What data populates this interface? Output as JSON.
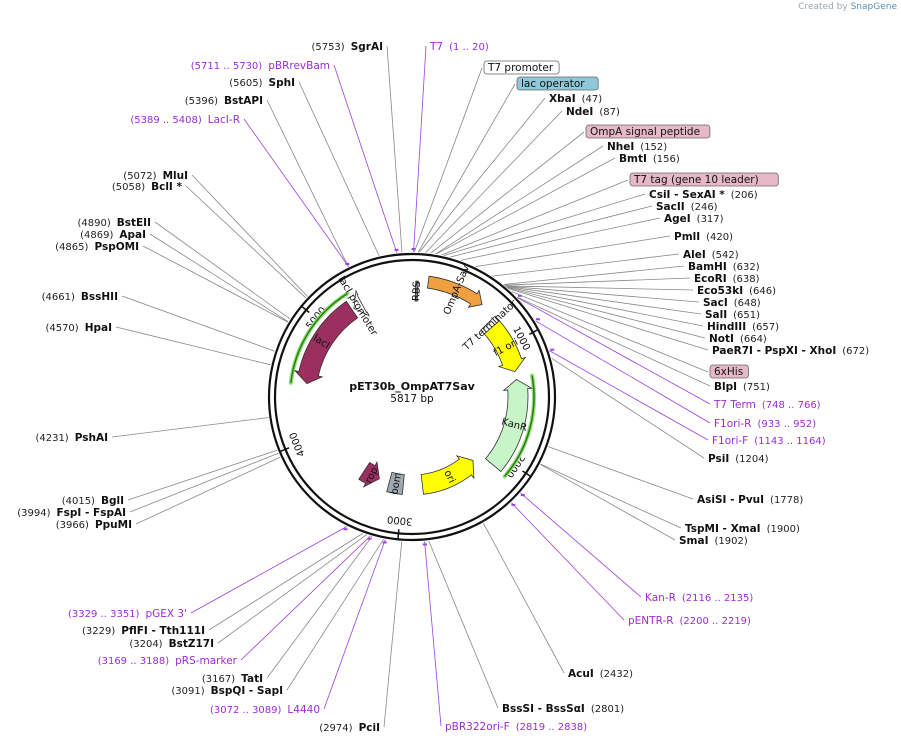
{
  "credit": {
    "prefix": "Created by ",
    "brand": "SnapGene"
  },
  "plasmid": {
    "name": "pET30b_OmpAT7Sav",
    "length_label": "5817 bp",
    "length": 5817
  },
  "ticks": [
    {
      "pos": 1000,
      "label": "1000"
    },
    {
      "pos": 2000,
      "label": "2000"
    },
    {
      "pos": 3000,
      "label": "3000"
    },
    {
      "pos": 4000,
      "label": "4000"
    },
    {
      "pos": 5000,
      "label": "5000"
    }
  ],
  "site_labels": [
    {
      "side": "L",
      "parts": [
        {
          "t": "(5753)",
          "k": "n"
        },
        {
          "t": "SgrAI",
          "k": "b"
        }
      ],
      "pos": 5753
    },
    {
      "side": "L",
      "parts": [
        {
          "t": "(5711 .. 5730)",
          "k": "pn"
        },
        {
          "t": "pBRrevBam",
          "k": "p"
        }
      ],
      "pos": 5720,
      "primer": true
    },
    {
      "side": "L",
      "parts": [
        {
          "t": "(5605)",
          "k": "n"
        },
        {
          "t": "SphI",
          "k": "b"
        }
      ],
      "pos": 5605
    },
    {
      "side": "L",
      "parts": [
        {
          "t": "(5396)",
          "k": "n"
        },
        {
          "t": "BstAPI",
          "k": "b"
        }
      ],
      "pos": 5396
    },
    {
      "side": "L",
      "parts": [
        {
          "t": "(5389 .. 5408)",
          "k": "pn"
        },
        {
          "t": "LacI-R",
          "k": "p"
        }
      ],
      "pos": 5398,
      "primer": true
    },
    {
      "side": "L",
      "parts": [
        {
          "t": "(5072)",
          "k": "n"
        },
        {
          "t": "MluI",
          "k": "b"
        }
      ],
      "pos": 5072
    },
    {
      "side": "L",
      "parts": [
        {
          "t": "(5058)",
          "k": "n"
        },
        {
          "t": "BclI *",
          "k": "b"
        }
      ],
      "pos": 5058
    },
    {
      "side": "L",
      "parts": [
        {
          "t": "(4890)",
          "k": "n"
        },
        {
          "t": "BstEII",
          "k": "b"
        }
      ],
      "pos": 4890
    },
    {
      "side": "L",
      "parts": [
        {
          "t": "(4869)",
          "k": "n"
        },
        {
          "t": "ApaI",
          "k": "b"
        }
      ],
      "pos": 4869
    },
    {
      "side": "L",
      "parts": [
        {
          "t": "(4865)",
          "k": "n"
        },
        {
          "t": "PspOMI",
          "k": "b"
        }
      ],
      "pos": 4865
    },
    {
      "side": "L",
      "parts": [
        {
          "t": "(4661)",
          "k": "n"
        },
        {
          "t": "BssHII",
          "k": "b"
        }
      ],
      "pos": 4661
    },
    {
      "side": "L",
      "parts": [
        {
          "t": "(4570)",
          "k": "n"
        },
        {
          "t": "HpaI",
          "k": "b"
        }
      ],
      "pos": 4570
    },
    {
      "side": "L",
      "parts": [
        {
          "t": "(4231)",
          "k": "n"
        },
        {
          "t": "PshAI",
          "k": "b"
        }
      ],
      "pos": 4231
    },
    {
      "side": "L",
      "parts": [
        {
          "t": "(4015)",
          "k": "n"
        },
        {
          "t": "BglI",
          "k": "b"
        }
      ],
      "pos": 4015
    },
    {
      "side": "L",
      "parts": [
        {
          "t": "(3994)",
          "k": "n"
        },
        {
          "t": "FspI",
          "k": "b"
        },
        {
          "t": " - ",
          "k": "s"
        },
        {
          "t": "FspAI",
          "k": "b"
        }
      ],
      "pos": 3994
    },
    {
      "side": "L",
      "parts": [
        {
          "t": "(3966)",
          "k": "n"
        },
        {
          "t": "PpuMI",
          "k": "b"
        }
      ],
      "pos": 3966
    },
    {
      "side": "L",
      "parts": [
        {
          "t": "(3329 .. 3351)",
          "k": "pn"
        },
        {
          "t": "pGEX 3'",
          "k": "p"
        }
      ],
      "pos": 3340,
      "primer": true
    },
    {
      "side": "L",
      "parts": [
        {
          "t": "(3229)",
          "k": "n"
        },
        {
          "t": "PflFI",
          "k": "b"
        },
        {
          "t": " - ",
          "k": "s"
        },
        {
          "t": "Tth111I",
          "k": "b"
        }
      ],
      "pos": 3229
    },
    {
      "side": "L",
      "parts": [
        {
          "t": "(3204)",
          "k": "n"
        },
        {
          "t": "BstZ17I",
          "k": "b"
        }
      ],
      "pos": 3204
    },
    {
      "side": "L",
      "parts": [
        {
          "t": "(3169 .. 3188)",
          "k": "pn"
        },
        {
          "t": "pRS-marker",
          "k": "p"
        }
      ],
      "pos": 3178,
      "primer": true
    },
    {
      "side": "L",
      "parts": [
        {
          "t": "(3167)",
          "k": "n"
        },
        {
          "t": "TatI",
          "k": "b"
        }
      ],
      "pos": 3167
    },
    {
      "side": "L",
      "parts": [
        {
          "t": "(3091)",
          "k": "n"
        },
        {
          "t": "BspQI",
          "k": "b"
        },
        {
          "t": " - ",
          "k": "s"
        },
        {
          "t": "SapI",
          "k": "b"
        }
      ],
      "pos": 3091
    },
    {
      "side": "L",
      "parts": [
        {
          "t": "(3072 .. 3089)",
          "k": "pn"
        },
        {
          "t": "L4440",
          "k": "p"
        }
      ],
      "pos": 3080,
      "primer": true
    },
    {
      "side": "L",
      "parts": [
        {
          "t": "(2974)",
          "k": "n"
        },
        {
          "t": "PciI",
          "k": "b"
        }
      ],
      "pos": 2974
    },
    {
      "side": "R",
      "parts": [
        {
          "t": "T7",
          "k": "p"
        },
        {
          "t": "(1 .. 20)",
          "k": "pn"
        }
      ],
      "pos": 10,
      "primer": true
    },
    {
      "side": "R",
      "parts": [
        {
          "t": "XbaI",
          "k": "b"
        },
        {
          "t": "(47)",
          "k": "n"
        }
      ],
      "pos": 47
    },
    {
      "side": "R",
      "parts": [
        {
          "t": "NdeI",
          "k": "b"
        },
        {
          "t": "(87)",
          "k": "n"
        }
      ],
      "pos": 87
    },
    {
      "side": "R",
      "parts": [
        {
          "t": "NheI",
          "k": "b"
        },
        {
          "t": "(152)",
          "k": "n"
        }
      ],
      "pos": 152
    },
    {
      "side": "R",
      "parts": [
        {
          "t": "BmtI",
          "k": "b"
        },
        {
          "t": "(156)",
          "k": "n"
        }
      ],
      "pos": 156
    },
    {
      "side": "R",
      "parts": [
        {
          "t": "CsiI",
          "k": "b"
        },
        {
          "t": " - ",
          "k": "s"
        },
        {
          "t": "SexAI *",
          "k": "b"
        },
        {
          "t": "(206)",
          "k": "n"
        }
      ],
      "pos": 206
    },
    {
      "side": "R",
      "parts": [
        {
          "t": "SacII",
          "k": "b"
        },
        {
          "t": "(246)",
          "k": "n"
        }
      ],
      "pos": 246
    },
    {
      "side": "R",
      "parts": [
        {
          "t": "AgeI",
          "k": "b"
        },
        {
          "t": "(317)",
          "k": "n"
        }
      ],
      "pos": 317
    },
    {
      "side": "R",
      "parts": [
        {
          "t": "PmlI",
          "k": "b"
        },
        {
          "t": "(420)",
          "k": "n"
        }
      ],
      "pos": 420
    },
    {
      "side": "R",
      "parts": [
        {
          "t": "AleI",
          "k": "b"
        },
        {
          "t": "(542)",
          "k": "n"
        }
      ],
      "pos": 542
    },
    {
      "side": "R",
      "parts": [
        {
          "t": "BamHI",
          "k": "b"
        },
        {
          "t": "(632)",
          "k": "n"
        }
      ],
      "pos": 632
    },
    {
      "side": "R",
      "parts": [
        {
          "t": "EcoRI",
          "k": "b"
        },
        {
          "t": "(638)",
          "k": "n"
        }
      ],
      "pos": 638
    },
    {
      "side": "R",
      "parts": [
        {
          "t": "Eco53kI",
          "k": "b"
        },
        {
          "t": "(646)",
          "k": "n"
        }
      ],
      "pos": 646
    },
    {
      "side": "R",
      "parts": [
        {
          "t": "SacI",
          "k": "b"
        },
        {
          "t": "(648)",
          "k": "n"
        }
      ],
      "pos": 648
    },
    {
      "side": "R",
      "parts": [
        {
          "t": "SalI",
          "k": "b"
        },
        {
          "t": "(651)",
          "k": "n"
        }
      ],
      "pos": 651
    },
    {
      "side": "R",
      "parts": [
        {
          "t": "HindIII",
          "k": "b"
        },
        {
          "t": "(657)",
          "k": "n"
        }
      ],
      "pos": 657
    },
    {
      "side": "R",
      "parts": [
        {
          "t": "NotI",
          "k": "b"
        },
        {
          "t": "(664)",
          "k": "n"
        }
      ],
      "pos": 664
    },
    {
      "side": "R",
      "parts": [
        {
          "t": "PaeR7I",
          "k": "b"
        },
        {
          "t": " - ",
          "k": "s"
        },
        {
          "t": "PspXI",
          "k": "b"
        },
        {
          "t": " - ",
          "k": "s"
        },
        {
          "t": "XhoI",
          "k": "b"
        },
        {
          "t": "(672)",
          "k": "n"
        }
      ],
      "pos": 672
    },
    {
      "side": "R",
      "parts": [
        {
          "t": "BlpI",
          "k": "b"
        },
        {
          "t": "(751)",
          "k": "n"
        }
      ],
      "pos": 751
    },
    {
      "side": "R",
      "parts": [
        {
          "t": "T7 Term",
          "k": "p"
        },
        {
          "t": "(748 .. 766)",
          "k": "pn"
        }
      ],
      "pos": 757,
      "primer": true
    },
    {
      "side": "R",
      "parts": [
        {
          "t": "F1ori-R",
          "k": "p"
        },
        {
          "t": "(933 .. 952)",
          "k": "pn"
        }
      ],
      "pos": 942,
      "primer": true
    },
    {
      "side": "R",
      "parts": [
        {
          "t": "F1ori-F",
          "k": "p"
        },
        {
          "t": "(1143 .. 1164)",
          "k": "pn"
        }
      ],
      "pos": 1153,
      "primer": true
    },
    {
      "side": "R",
      "parts": [
        {
          "t": "PsiI",
          "k": "b"
        },
        {
          "t": "(1204)",
          "k": "n"
        }
      ],
      "pos": 1204
    },
    {
      "side": "R",
      "parts": [
        {
          "t": "AsiSI",
          "k": "b"
        },
        {
          "t": " - ",
          "k": "s"
        },
        {
          "t": "PvuI",
          "k": "b"
        },
        {
          "t": "(1778)",
          "k": "n"
        }
      ],
      "pos": 1778
    },
    {
      "side": "R",
      "parts": [
        {
          "t": "TspMI",
          "k": "b"
        },
        {
          "t": " - ",
          "k": "s"
        },
        {
          "t": "XmaI",
          "k": "b"
        },
        {
          "t": "(1900)",
          "k": "n"
        }
      ],
      "pos": 1900
    },
    {
      "side": "R",
      "parts": [
        {
          "t": "SmaI",
          "k": "b"
        },
        {
          "t": "(1902)",
          "k": "n"
        }
      ],
      "pos": 1902
    },
    {
      "side": "R",
      "parts": [
        {
          "t": "Kan-R",
          "k": "p"
        },
        {
          "t": "(2116 .. 2135)",
          "k": "pn"
        }
      ],
      "pos": 2125,
      "primer": true
    },
    {
      "side": "R",
      "parts": [
        {
          "t": "pENTR-R",
          "k": "p"
        },
        {
          "t": "(2200 .. 2219)",
          "k": "pn"
        }
      ],
      "pos": 2210,
      "primer": true
    },
    {
      "side": "R",
      "parts": [
        {
          "t": "AcuI",
          "k": "b"
        },
        {
          "t": "(2432)",
          "k": "n"
        }
      ],
      "pos": 2432
    },
    {
      "side": "R",
      "parts": [
        {
          "t": "BssSI",
          "k": "b"
        },
        {
          "t": " - ",
          "k": "s"
        },
        {
          "t": "BssSαI",
          "k": "b"
        },
        {
          "t": "(2801)",
          "k": "n"
        }
      ],
      "pos": 2801
    },
    {
      "side": "R",
      "parts": [
        {
          "t": "pBR322ori-F",
          "k": "p"
        },
        {
          "t": "(2819 .. 2838)",
          "k": "pn"
        }
      ],
      "pos": 2828,
      "primer": true
    }
  ],
  "feature_boxes": [
    {
      "text": "T7 promoter",
      "fill": "#ffffff",
      "pos": 15
    },
    {
      "text": "lac operator",
      "fill": "#8fc8d8",
      "pos": 40
    },
    {
      "text": "OmpA signal peptide",
      "fill": "#e6b8c8",
      "pos": 120
    },
    {
      "text": "T7 tag (gene 10 leader)",
      "fill": "#e6b8c8",
      "pos": 190
    },
    {
      "text": "6xHis",
      "fill": "#e6b8c8",
      "pos": 700
    }
  ],
  "features": [
    {
      "name": "lacI",
      "start": 4480,
      "end": 5260,
      "dir": -1,
      "color": "#9b3060",
      "lane": 1
    },
    {
      "name": "lacI promoter",
      "start": 5280,
      "end": 5360,
      "dir": -1,
      "color": "#ffffff",
      "lane": 1
    },
    {
      "name": "OmpA-Sav",
      "start": 130,
      "end": 600,
      "dir": 1,
      "color": "#f0a040",
      "lane": 0
    },
    {
      "name": "f1 ori",
      "start": 780,
      "end": 1230,
      "dir": 1,
      "color": "#ffff00",
      "lane": 1
    },
    {
      "name": "KanR",
      "start": 1300,
      "end": 2100,
      "dir": -1,
      "color": "#c8f5c8",
      "lane": 1
    },
    {
      "name": "ori",
      "start": 2200,
      "end": 2800,
      "dir": -1,
      "color": "#ffff00",
      "lane": 2
    },
    {
      "name": "bom",
      "start": 3000,
      "end": 3150,
      "dir": 0,
      "color": "#a0a8b0",
      "lane": 2
    },
    {
      "name": "rop",
      "start": 3260,
      "end": 3440,
      "dir": -1,
      "color": "#9b3060",
      "lane": 2
    },
    {
      "name": "RBS",
      "start": 30,
      "end": 50,
      "dir": 0,
      "color": "#808080",
      "lane": 1
    },
    {
      "name": "T7 terminator",
      "start": 740,
      "end": 790,
      "dir": 0,
      "color": "#ffffff",
      "lane": 1
    }
  ],
  "orf_arcs": [
    {
      "start": 4470,
      "end": 5300,
      "dir": -1
    },
    {
      "start": 1290,
      "end": 2110,
      "dir": 1
    }
  ]
}
